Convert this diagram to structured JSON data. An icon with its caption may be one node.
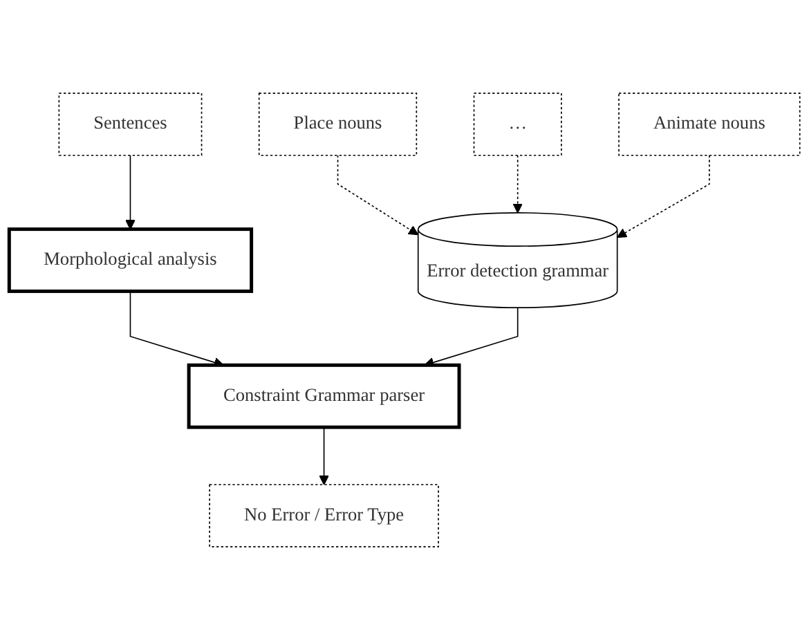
{
  "diagram": {
    "nodes": [
      {
        "text": [
          "Sentences"
        ]
      },
      {
        "text": [
          "Morphological analysis"
        ]
      },
      {
        "text": [
          "Place nouns"
        ]
      },
      {
        "text": [
          "…"
        ]
      },
      {
        "text": [
          "Animate nouns"
        ]
      },
      {
        "text": [
          "Error detection grammar"
        ]
      },
      {
        "text": [
          "Constraint Grammar parser"
        ]
      },
      {
        "text": [
          "No Error / Error Type"
        ]
      }
    ],
    "edges": [
      {
        "from": 0,
        "to": 1,
        "arrow": "to"
      },
      {
        "from": 2,
        "to": 5,
        "arrow": "to",
        "style": "dashed"
      },
      {
        "from": 3,
        "to": 5,
        "arrow": "to",
        "style": "dashed"
      },
      {
        "from": 4,
        "to": 5,
        "arrow": "to",
        "style": "dashed"
      },
      {
        "from": 1,
        "to": 6,
        "arrow": "to"
      },
      {
        "from": 5,
        "to": 6,
        "arrow": "to"
      },
      {
        "from": 6,
        "to": 7,
        "arrow": "to"
      }
    ]
  }
}
